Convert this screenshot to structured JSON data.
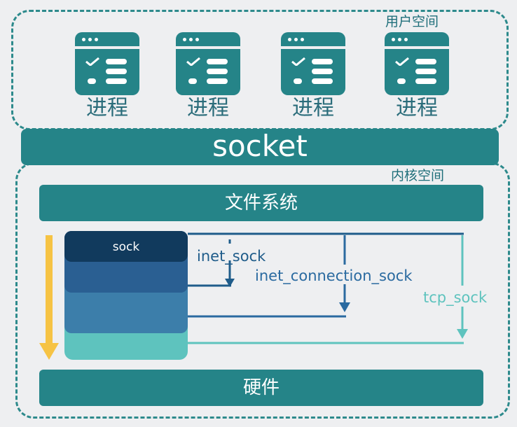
{
  "user_space": {
    "label": "用户空间",
    "processes": [
      {
        "label": "进程",
        "icon": "app-window-checklist-icon"
      },
      {
        "label": "进程",
        "icon": "app-window-checklist-icon"
      },
      {
        "label": "进程",
        "icon": "app-window-checklist-icon"
      },
      {
        "label": "进程",
        "icon": "app-window-checklist-icon"
      }
    ]
  },
  "socket": {
    "label": "socket"
  },
  "kernel_space": {
    "label": "内核空间",
    "file_system": "文件系统",
    "hardware": "硬件",
    "sock_stack": {
      "layers": [
        "sock",
        "inet_sock",
        "inet_connection_sock",
        "tcp_sock"
      ]
    }
  },
  "colors": {
    "teal": "#258488",
    "dashed_border": "#2d8a8c",
    "sock_layer": "#113a5d",
    "inet_sock_layer": "#2a5f92",
    "inet_connection_sock_layer": "#3c7eaa",
    "tcp_sock_layer": "#5ec3be",
    "down_arrow": "#f6c344",
    "background": "#eeeff1"
  }
}
